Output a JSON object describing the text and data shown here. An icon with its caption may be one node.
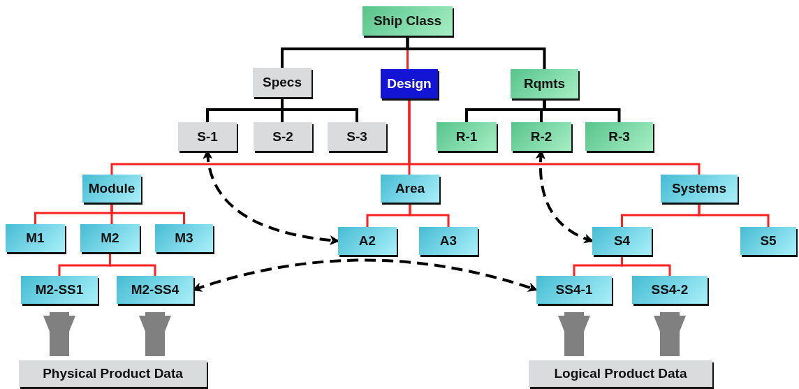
{
  "diagram": {
    "nodes": [
      {
        "text": [
          "Ship Class"
        ]
      },
      {
        "text": [
          "Specs"
        ]
      },
      {
        "text": [
          "Design"
        ]
      },
      {
        "text": [
          "Rqmts"
        ]
      },
      {
        "text": [
          "S-1"
        ]
      },
      {
        "text": [
          "S-2"
        ]
      },
      {
        "text": [
          "S-3"
        ]
      },
      {
        "text": [
          "R-1"
        ]
      },
      {
        "text": [
          "R-2"
        ]
      },
      {
        "text": [
          "R-3"
        ]
      },
      {
        "text": [
          "Module"
        ]
      },
      {
        "text": [
          "Area"
        ]
      },
      {
        "text": [
          "Systems"
        ]
      },
      {
        "text": [
          "M1"
        ]
      },
      {
        "text": [
          "M2"
        ]
      },
      {
        "text": [
          "M3"
        ]
      },
      {
        "text": [
          "A2"
        ]
      },
      {
        "text": [
          "A3"
        ]
      },
      {
        "text": [
          "S4"
        ]
      },
      {
        "text": [
          "S5"
        ]
      },
      {
        "text": [
          "M2-SS1"
        ]
      },
      {
        "text": [
          "M2-SS4"
        ]
      },
      {
        "text": [
          "SS4-1"
        ]
      },
      {
        "text": [
          "SS4-2"
        ]
      },
      {
        "text": [
          "Physical Product Data"
        ]
      },
      {
        "text": [
          "Logical Product Data"
        ]
      }
    ],
    "edges": [
      {
        "from": 0,
        "to": 1,
        "arrow": "none",
        "color": "#000000"
      },
      {
        "from": 0,
        "to": 2,
        "arrow": "none"
      },
      {
        "from": 0,
        "to": 3,
        "arrow": "none",
        "color": "#000000"
      },
      {
        "from": 1,
        "to": 4,
        "arrow": "none",
        "color": "#000000"
      },
      {
        "from": 1,
        "to": 5,
        "arrow": "none",
        "color": "#000000"
      },
      {
        "from": 1,
        "to": 6,
        "arrow": "none",
        "color": "#000000"
      },
      {
        "from": 3,
        "to": 7,
        "arrow": "none",
        "color": "#000000"
      },
      {
        "from": 3,
        "to": 8,
        "arrow": "none",
        "color": "#000000"
      },
      {
        "from": 3,
        "to": 9,
        "arrow": "none",
        "color": "#000000"
      },
      {
        "from": 2,
        "to": 10,
        "arrow": "none"
      },
      {
        "from": 2,
        "to": 11,
        "arrow": "none"
      },
      {
        "from": 2,
        "to": 12,
        "arrow": "none"
      },
      {
        "from": 10,
        "to": 13,
        "arrow": "none"
      },
      {
        "from": 10,
        "to": 14,
        "arrow": "none"
      },
      {
        "from": 10,
        "to": 15,
        "arrow": "none"
      },
      {
        "from": 11,
        "to": 16,
        "arrow": "none"
      },
      {
        "from": 11,
        "to": 17,
        "arrow": "none"
      },
      {
        "from": 12,
        "to": 18,
        "arrow": "none"
      },
      {
        "from": 12,
        "to": 19,
        "arrow": "none"
      },
      {
        "from": 14,
        "to": 20,
        "arrow": "none"
      },
      {
        "from": 14,
        "to": 21,
        "arrow": "none"
      },
      {
        "from": 18,
        "to": 22,
        "arrow": "none"
      },
      {
        "from": 18,
        "to": 23,
        "arrow": "none"
      },
      {
        "from": 4,
        "to": 16,
        "arrow": "both",
        "style": "dashed",
        "color": "#000000"
      },
      {
        "from": 8,
        "to": 18,
        "arrow": "both",
        "style": "dashed",
        "color": "#000000"
      },
      {
        "from": 21,
        "to": 22,
        "arrow": "both",
        "style": "dashed",
        "color": "#000000"
      },
      {
        "from": 20,
        "to": 24,
        "arrow": "to",
        "style": "thick",
        "color": "#808080"
      },
      {
        "from": 21,
        "to": 24,
        "arrow": "to",
        "style": "thick",
        "color": "#808080"
      },
      {
        "from": 22,
        "to": 25,
        "arrow": "to",
        "style": "thick",
        "color": "#808080"
      },
      {
        "from": 23,
        "to": 25,
        "arrow": "to",
        "style": "thick",
        "color": "#808080"
      }
    ]
  }
}
